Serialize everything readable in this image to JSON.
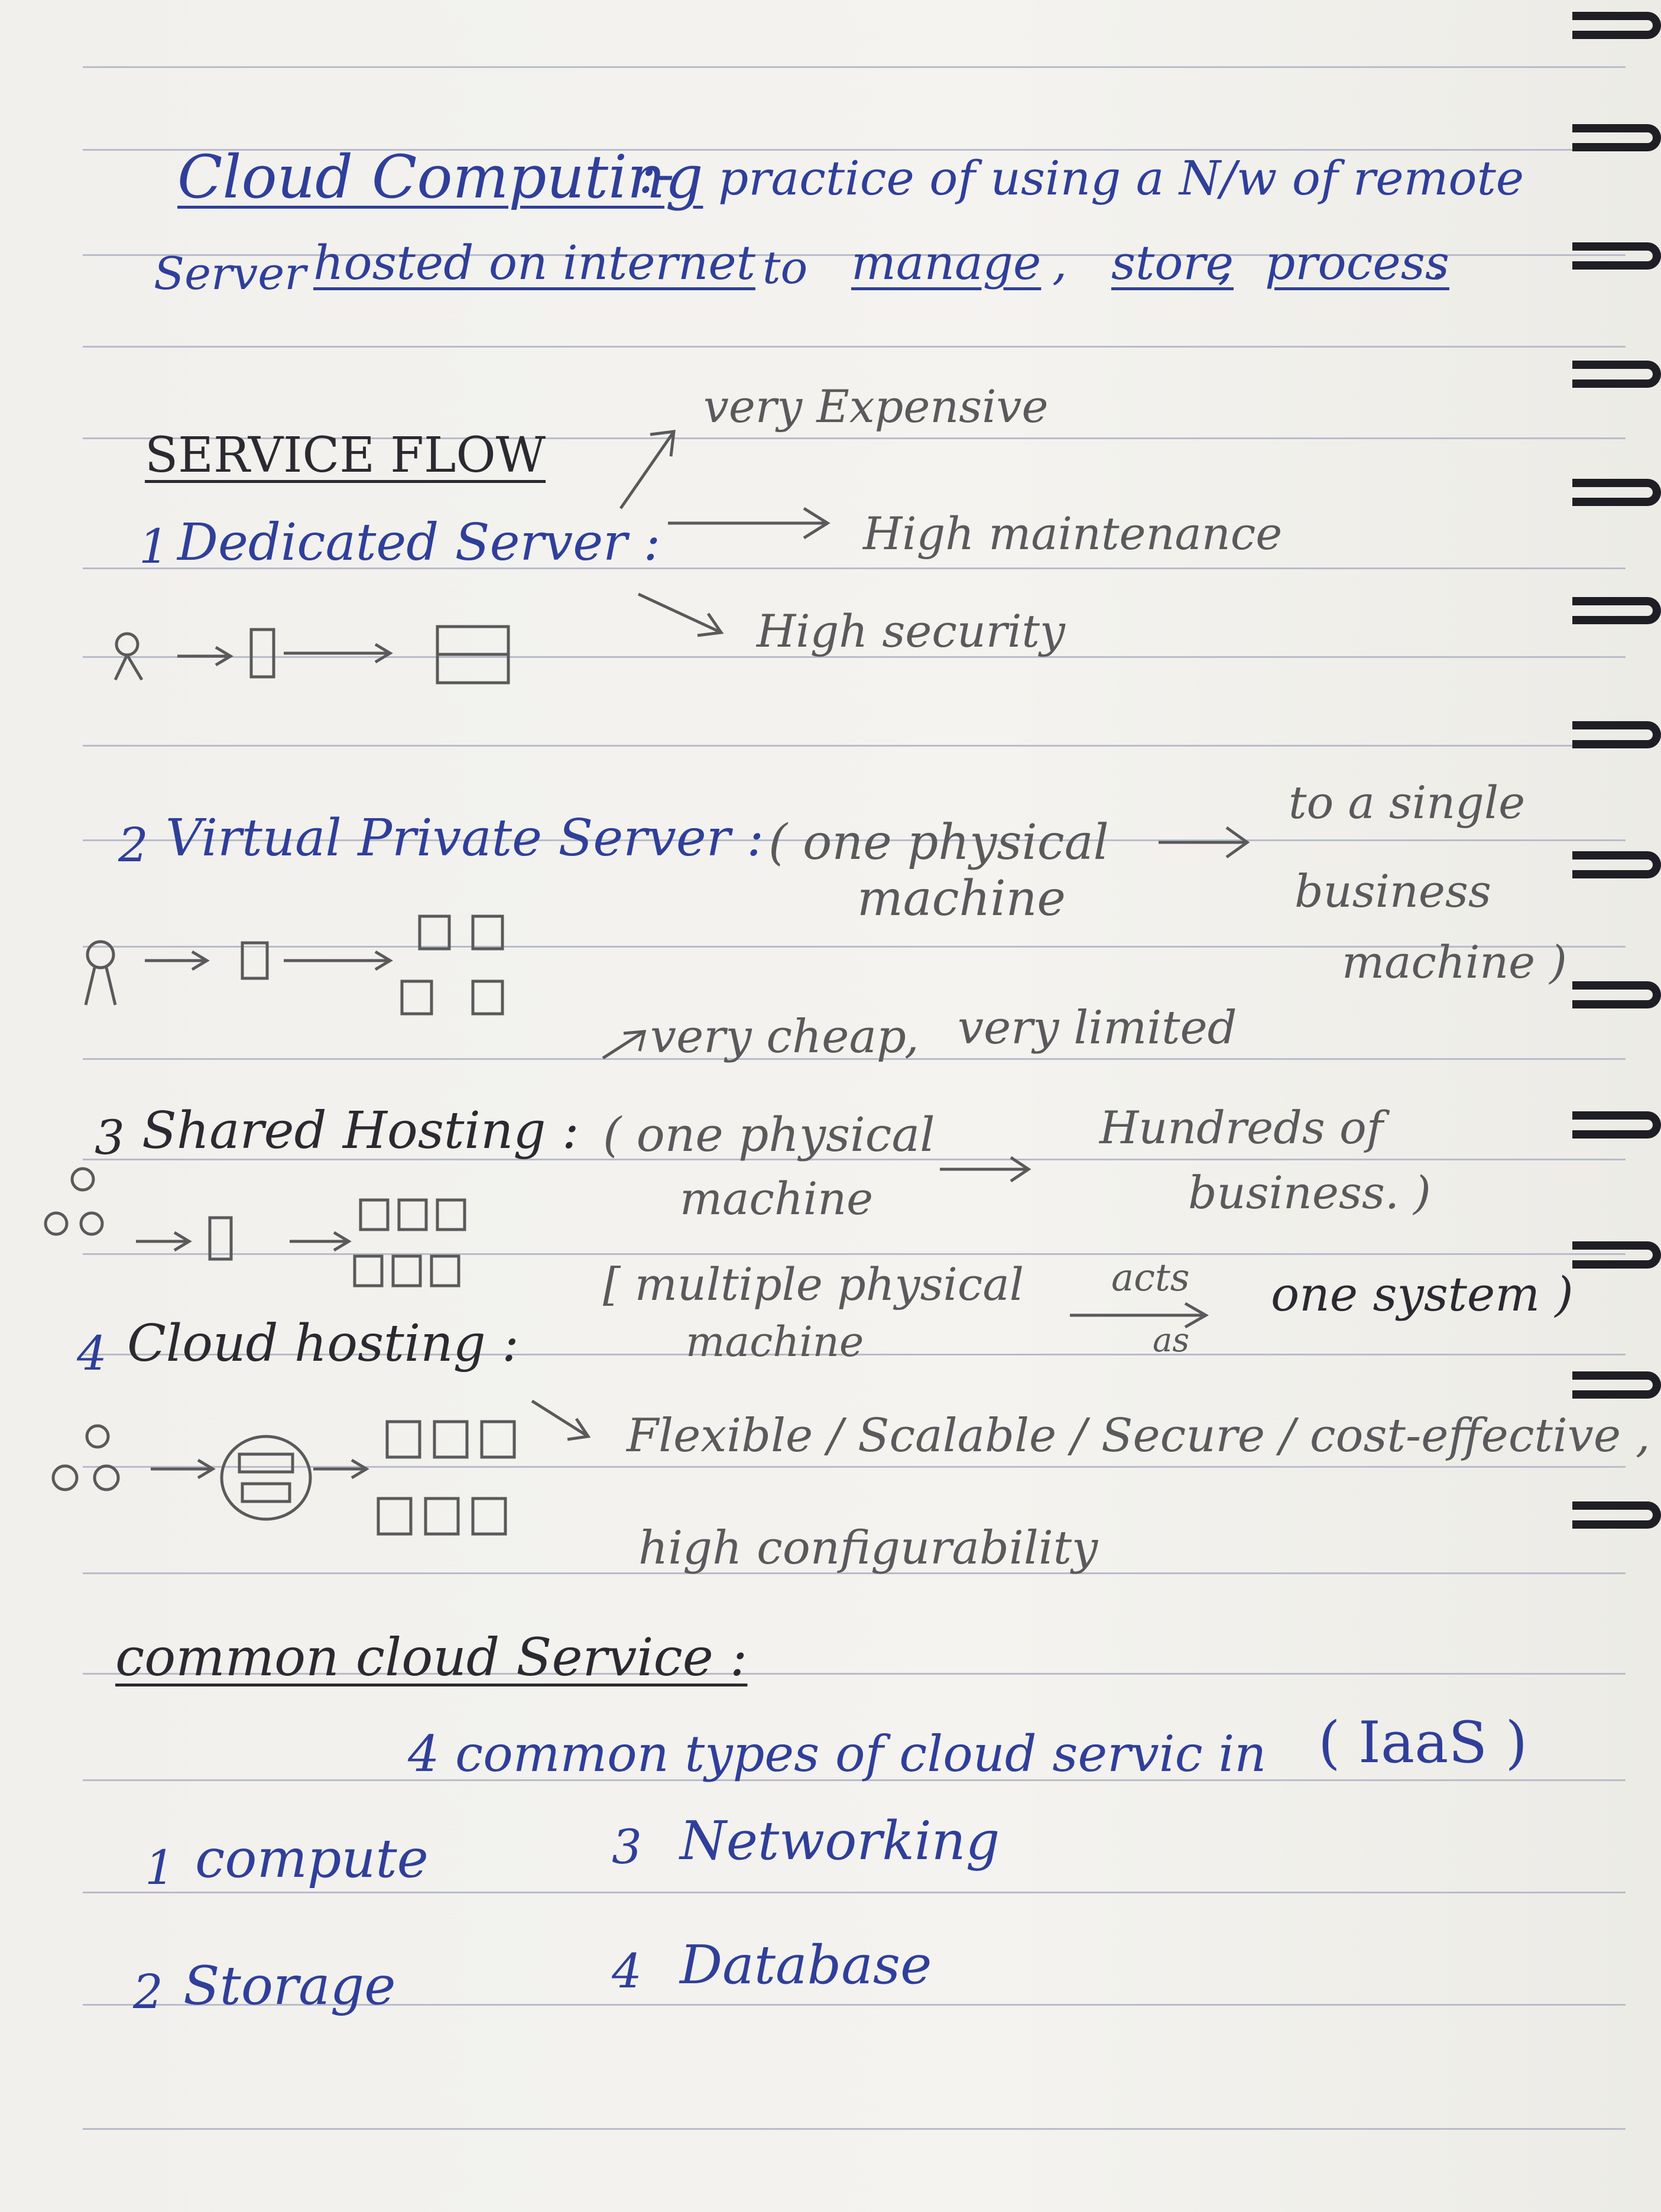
{
  "notes": {
    "title": "Cloud Computing",
    "title_sep": ":-",
    "definition_line1": "practice of using a N/w of remote",
    "definition_line2_parts": [
      "Server",
      "hosted on internet",
      "to",
      "manage",
      ",",
      "store",
      ",",
      "process",
      "."
    ]
  },
  "service_flow": {
    "heading": "SERVICE FLOW",
    "dedicated": {
      "num": "1",
      "label": "Dedicated Server :",
      "points": [
        "very Expensive",
        "High maintenance",
        "High security"
      ]
    },
    "vps": {
      "num": "2",
      "label": "Virtual Private Server :",
      "desc_line1": "( one physical",
      "desc_line2": "machine",
      "target_line1": "to a single",
      "target_line2": "business",
      "target_line3": "machine )",
      "points": [
        "very cheap",
        "very limited"
      ]
    },
    "shared": {
      "num": "3",
      "label": "Shared Hosting :",
      "desc_line1": "( one physical",
      "desc_line2": "machine",
      "target_line1": "Hundreds of",
      "target_line2": "business. )"
    },
    "cloud": {
      "num": "4",
      "label": "Cloud hosting :",
      "desc_line1": "[ multiple physical",
      "desc_line2": "machine",
      "arrow_top": "acts",
      "arrow_bottom": "as",
      "target": "one system )",
      "benefits_line1": "Flexible / Scalable / Secure / cost-effective ,",
      "benefits_line2": "high configurability"
    }
  },
  "common": {
    "heading": "common cloud Service :",
    "subtitle": "4 common types of cloud servic in",
    "iaas": "( IaaS )",
    "items": [
      {
        "num": "1",
        "label": "compute"
      },
      {
        "num": "2",
        "label": "Storage"
      },
      {
        "num": "3",
        "label": "Networking"
      },
      {
        "num": "4",
        "label": "Database"
      }
    ]
  },
  "colors": {
    "blue_ink": "#2f3f9a",
    "pencil": "#5a5a5c",
    "black_ink": "#2a2a30",
    "rule": "#b9bccb"
  }
}
